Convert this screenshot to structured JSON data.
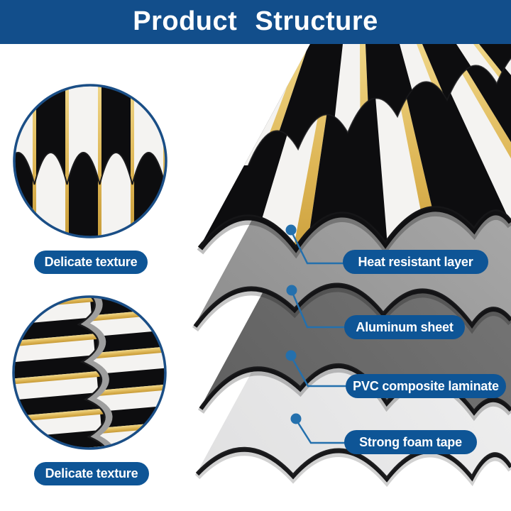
{
  "header": {
    "title": "Product Structure"
  },
  "left_panel": {
    "items": [
      {
        "name": "texture-closeup-front",
        "label": "Delicate texture"
      },
      {
        "name": "texture-closeup-side",
        "label": "Delicate texture"
      }
    ]
  },
  "layers": {
    "items": [
      {
        "name": "heat-resistant-layer",
        "label": "Heat resistant layer"
      },
      {
        "name": "aluminum-sheet",
        "label": "Aluminum sheet"
      },
      {
        "name": "pvc-composite-laminate",
        "label": "PVC composite laminate"
      },
      {
        "name": "strong-foam-tape",
        "label": "Strong foam tape"
      }
    ]
  },
  "palette": {
    "banner_blue": "#124e8b",
    "label_blue": "#0e5596",
    "connector_blue": "#2470ad",
    "panel_black": "#0d0d0f",
    "panel_marble": "#f4f3f1",
    "panel_gold": "#dcb452",
    "aluminum_gray": "#9e9e9e",
    "pvc_gray": "#707070",
    "foam_white": "#ececee"
  }
}
